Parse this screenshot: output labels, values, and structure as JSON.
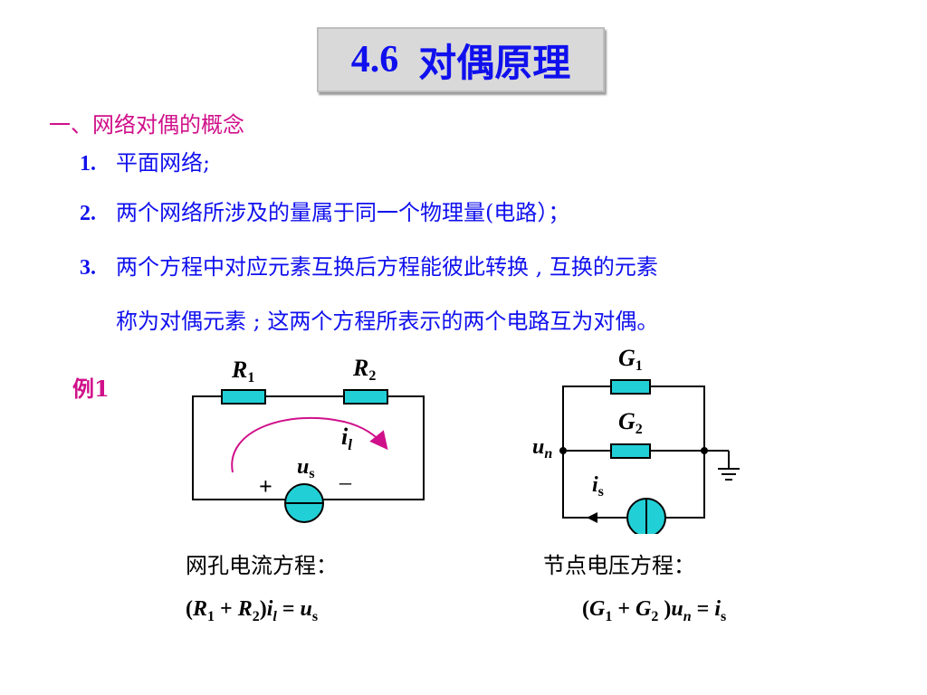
{
  "title": {
    "number": "4.6",
    "text": "对偶原理"
  },
  "section_heading": "一、网络对偶的概念",
  "items": [
    {
      "num": "1.",
      "text": "平面网络;"
    },
    {
      "num": "2.",
      "text": "两个网络所涉及的量属于同一个物理量(电路）；"
    },
    {
      "num": "3.",
      "text": "两个方程中对应元素互换后方程能彼此转换 , 互换的元素"
    }
  ],
  "item3_continuation": "称为对偶元素 ; 这两个方程所表示的两个电路互为对偶。",
  "example_label": "例1",
  "circuit1": {
    "r1": {
      "base": "R",
      "sub": "1"
    },
    "r2": {
      "base": "R",
      "sub": "2"
    },
    "il": {
      "base": "i",
      "sub": "l"
    },
    "us": {
      "base": "u",
      "sub": "s"
    },
    "plus": "+",
    "minus": "–"
  },
  "circuit2": {
    "g1": {
      "base": "G",
      "sub": "1"
    },
    "g2": {
      "base": "G",
      "sub": "2"
    },
    "un": {
      "base": "u",
      "sub": "n"
    },
    "is": {
      "base": "i",
      "sub": "s"
    }
  },
  "mesh_caption": "网孔电流方程：",
  "node_caption": "节点电压方程：",
  "mesh_equation": {
    "open": "(",
    "r1": "R",
    "r1_sub": "1",
    "plus": " + ",
    "r2": "R",
    "r2_sub": "2",
    "close": ")",
    "i": "i",
    "i_sub": "l",
    "eq": " = ",
    "u": "u",
    "u_sub": "s"
  },
  "node_equation": {
    "open": "(",
    "g1": "G",
    "g1_sub": "1",
    "plus": " + ",
    "g2": "G",
    "g2_sub": "2",
    "close": " )",
    "u": "u",
    "u_sub": "n",
    "eq": " = ",
    "i": "i",
    "i_sub": "s"
  },
  "colors": {
    "title_text": "#1010ee",
    "body_text": "#1010ee",
    "heading": "#d0108a",
    "component_fill": "#21d0d6",
    "arrow": "#d0108a"
  }
}
